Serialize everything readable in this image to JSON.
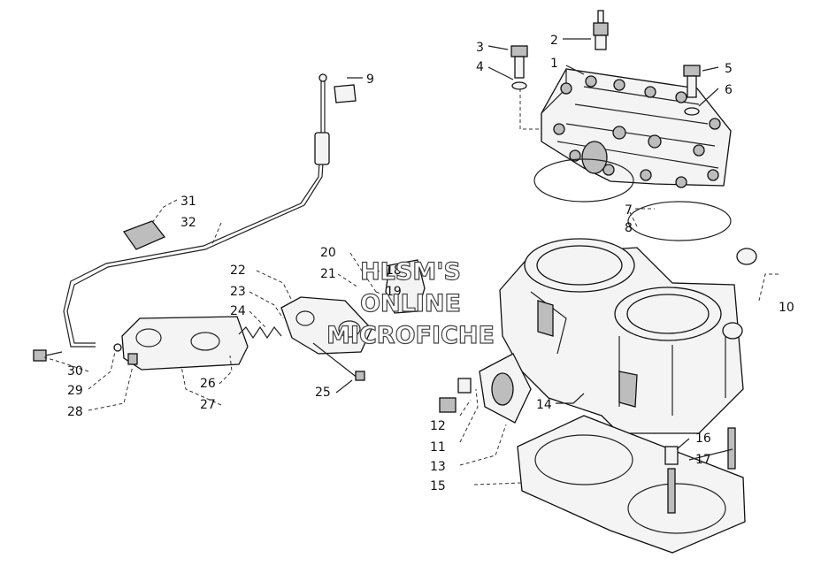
{
  "watermark": {
    "line1": "HLSM'S",
    "line2": "ONLINE",
    "line3": "MICROFICHE"
  },
  "callouts": [
    {
      "id": "c1",
      "text": "1"
    },
    {
      "id": "c2",
      "text": "2"
    },
    {
      "id": "c3",
      "text": "3"
    },
    {
      "id": "c4",
      "text": "4"
    },
    {
      "id": "c5",
      "text": "5"
    },
    {
      "id": "c6",
      "text": "6"
    },
    {
      "id": "c7",
      "text": "7"
    },
    {
      "id": "c8",
      "text": "8"
    },
    {
      "id": "c9",
      "text": "9"
    },
    {
      "id": "c10",
      "text": "10"
    },
    {
      "id": "c11",
      "text": "11"
    },
    {
      "id": "c12",
      "text": "12"
    },
    {
      "id": "c13",
      "text": "13"
    },
    {
      "id": "c14",
      "text": "14"
    },
    {
      "id": "c15",
      "text": "15"
    },
    {
      "id": "c16",
      "text": "16"
    },
    {
      "id": "c17",
      "text": "17"
    },
    {
      "id": "c18",
      "text": "18"
    },
    {
      "id": "c19",
      "text": "19"
    },
    {
      "id": "c20",
      "text": "20"
    },
    {
      "id": "c21",
      "text": "21"
    },
    {
      "id": "c22",
      "text": "22"
    },
    {
      "id": "c23",
      "text": "23"
    },
    {
      "id": "c24",
      "text": "24"
    },
    {
      "id": "c25",
      "text": "25"
    },
    {
      "id": "c26",
      "text": "26"
    },
    {
      "id": "c27",
      "text": "27"
    },
    {
      "id": "c28",
      "text": "28"
    },
    {
      "id": "c29",
      "text": "29"
    },
    {
      "id": "c30",
      "text": "30"
    },
    {
      "id": "c31",
      "text": "31"
    },
    {
      "id": "c32",
      "text": "32"
    }
  ]
}
